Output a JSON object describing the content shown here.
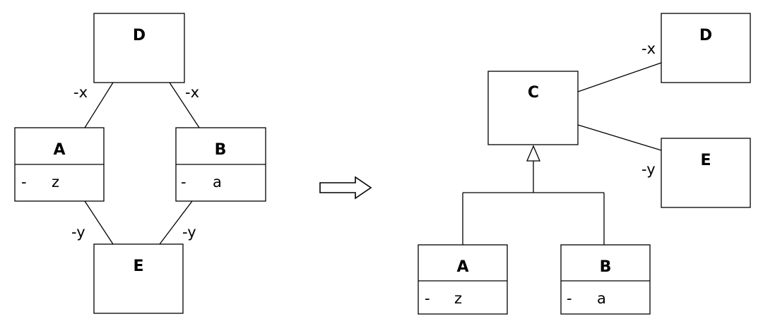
{
  "left": {
    "D": {
      "name": "D"
    },
    "A": {
      "name": "A",
      "attr_vis": "-",
      "attr_name": "z"
    },
    "B": {
      "name": "B",
      "attr_vis": "-",
      "attr_name": "a"
    },
    "E": {
      "name": "E"
    },
    "labels": {
      "da": "-x",
      "db": "-x",
      "ae": "-y",
      "be": "-y"
    }
  },
  "right": {
    "C": {
      "name": "C"
    },
    "D": {
      "name": "D"
    },
    "E": {
      "name": "E"
    },
    "A": {
      "name": "A",
      "attr_vis": "-",
      "attr_name": "z"
    },
    "B": {
      "name": "B",
      "attr_vis": "-",
      "attr_name": "a"
    },
    "labels": {
      "cd": "-x",
      "ce": "-y"
    }
  }
}
